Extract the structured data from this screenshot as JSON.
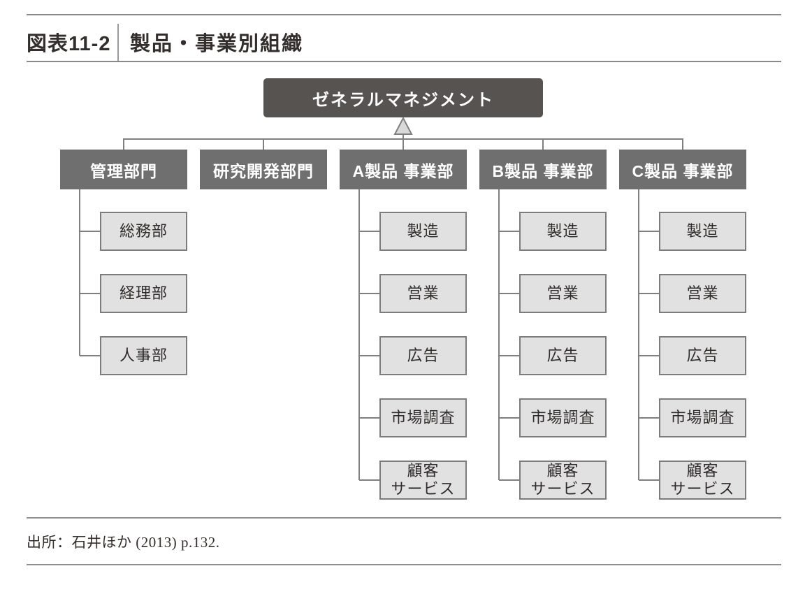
{
  "figure": {
    "label": "図表11-2",
    "title": "製品・事業別組織",
    "source": "出所：石井ほか (2013) p.132."
  },
  "org": {
    "root": {
      "label": "ゼネラルマネジメント"
    },
    "departments": [
      {
        "name": "管理部門",
        "children": [
          "総務部",
          "経理部",
          "人事部"
        ]
      },
      {
        "name": "研究開発部門",
        "children": []
      },
      {
        "name": "A製品 事業部",
        "children": [
          "製造",
          "営業",
          "広告",
          "市場調査",
          "顧客\nサービス"
        ]
      },
      {
        "name": "B製品 事業部",
        "children": [
          "製造",
          "営業",
          "広告",
          "市場調査",
          "顧客\nサービス"
        ]
      },
      {
        "name": "C製品 事業部",
        "children": [
          "製造",
          "営業",
          "広告",
          "市場調査",
          "顧客\nサービス"
        ]
      }
    ]
  },
  "icons": {
    "up_arrow": "triangle-up-arrow"
  },
  "colors": {
    "root_box_bg": "#575351",
    "dept_box_bg": "#6f6f6f",
    "child_box_bg": "#e2e1e1",
    "child_box_border": "#7c7c7c",
    "connector_line": "#7f7f7f",
    "arrow_fill": "#d9d9d9",
    "box_text_light": "#ffffff",
    "text_dark": "#332e2c",
    "rule_gray": "#8e8e8e"
  }
}
